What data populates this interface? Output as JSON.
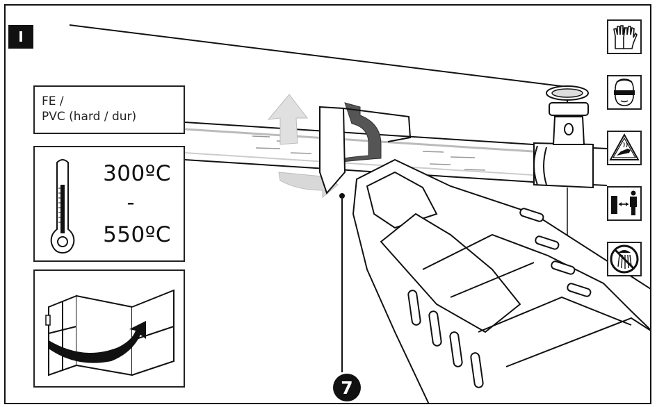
{
  "step": {
    "label": "I"
  },
  "material": {
    "line1": "FE /",
    "line2": "PVC (hard / dur)"
  },
  "temperature": {
    "high": "300ºC",
    "separator": "-",
    "low": "550ºC"
  },
  "callout": {
    "number": "7"
  },
  "safety_icons": [
    "gloves-icon",
    "safety-goggles-icon",
    "hot-surface-warning-icon",
    "safety-distance-icon",
    "no-water-icon"
  ],
  "colors": {
    "line": "#111111",
    "arrow_light": "#d9d9d9",
    "arrow_dark": "#555555"
  }
}
